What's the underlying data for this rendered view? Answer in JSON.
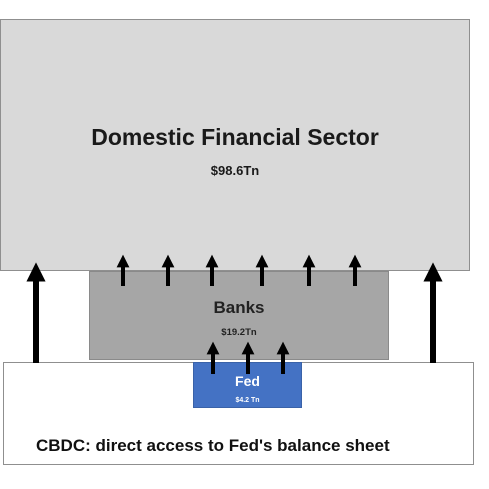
{
  "domestic_sector": {
    "title": "Domestic Financial Sector",
    "value": "$98.6Tn"
  },
  "banks": {
    "title": "Banks",
    "value": "$19.2Tn"
  },
  "fed": {
    "title": "Fed",
    "value": "$4.2 Tn"
  },
  "cbdc": {
    "caption": "CBDC: direct access to Fed's balance sheet"
  },
  "colors": {
    "domestic_fill": "#d9d9d9",
    "banks_fill": "#a6a6a6",
    "fed_fill": "#4472c4",
    "arrow": "#000000"
  }
}
